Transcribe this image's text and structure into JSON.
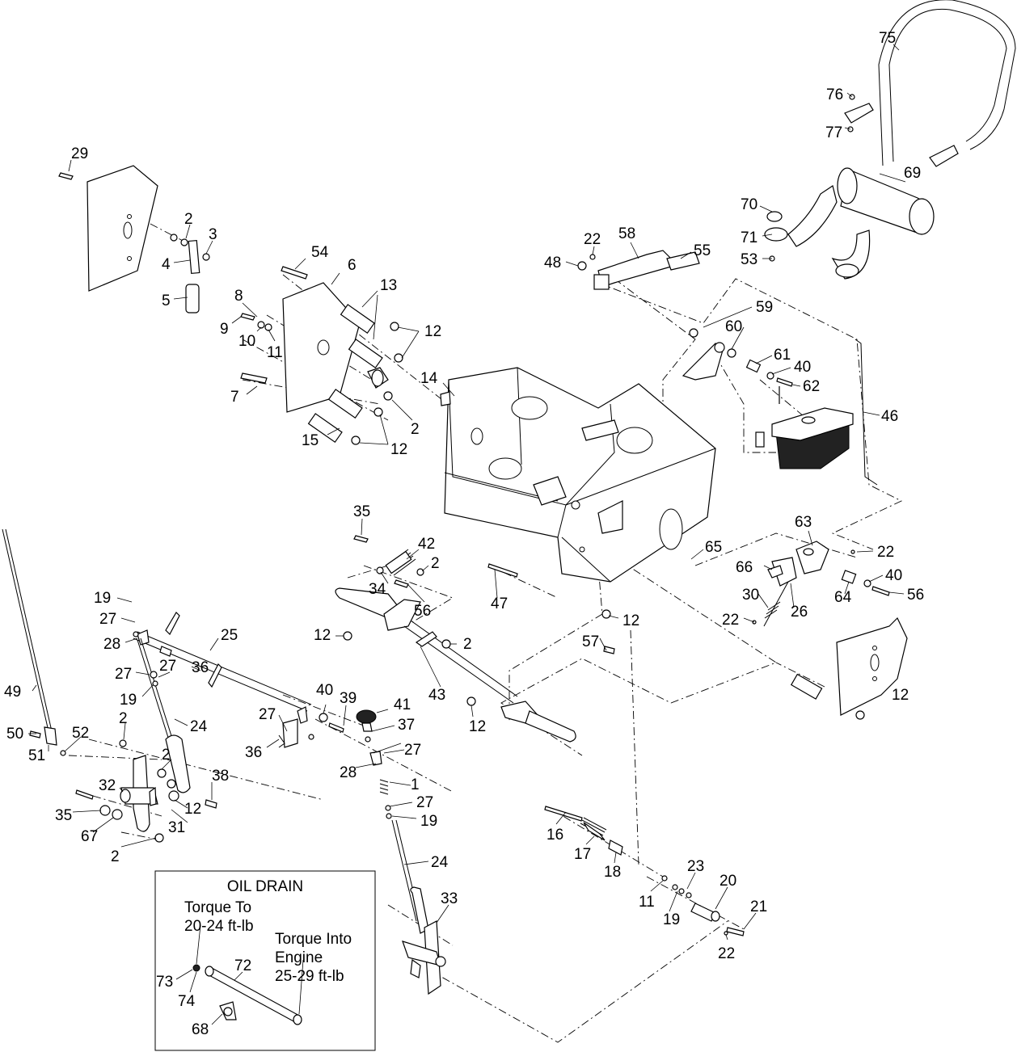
{
  "callouts": [
    {
      "label": "75"
    },
    {
      "label": "76"
    },
    {
      "label": "77"
    },
    {
      "label": "69"
    },
    {
      "label": "70"
    },
    {
      "label": "71"
    },
    {
      "label": "53"
    },
    {
      "label": "29"
    },
    {
      "label": "2"
    },
    {
      "label": "3"
    },
    {
      "label": "4"
    },
    {
      "label": "5"
    },
    {
      "label": "54"
    },
    {
      "label": "6"
    },
    {
      "label": "13"
    },
    {
      "label": "12"
    },
    {
      "label": "8"
    },
    {
      "label": "9"
    },
    {
      "label": "10"
    },
    {
      "label": "11"
    },
    {
      "label": "7"
    },
    {
      "label": "14"
    },
    {
      "label": "2"
    },
    {
      "label": "15"
    },
    {
      "label": "12"
    },
    {
      "label": "22"
    },
    {
      "label": "58"
    },
    {
      "label": "55"
    },
    {
      "label": "48"
    },
    {
      "label": "59"
    },
    {
      "label": "60"
    },
    {
      "label": "61"
    },
    {
      "label": "40"
    },
    {
      "label": "62"
    },
    {
      "label": "46"
    },
    {
      "label": "35"
    },
    {
      "label": "42"
    },
    {
      "label": "2"
    },
    {
      "label": "34"
    },
    {
      "label": "56"
    },
    {
      "label": "47"
    },
    {
      "label": "65"
    },
    {
      "label": "63"
    },
    {
      "label": "22"
    },
    {
      "label": "66"
    },
    {
      "label": "40"
    },
    {
      "label": "30"
    },
    {
      "label": "64"
    },
    {
      "label": "56"
    },
    {
      "label": "26"
    },
    {
      "label": "22"
    },
    {
      "label": "12"
    },
    {
      "label": "57"
    },
    {
      "label": "19"
    },
    {
      "label": "27"
    },
    {
      "label": "28"
    },
    {
      "label": "25"
    },
    {
      "label": "12"
    },
    {
      "label": "2"
    },
    {
      "label": "27"
    },
    {
      "label": "27"
    },
    {
      "label": "36"
    },
    {
      "label": "43"
    },
    {
      "label": "49"
    },
    {
      "label": "19"
    },
    {
      "label": "24"
    },
    {
      "label": "40"
    },
    {
      "label": "39"
    },
    {
      "label": "41"
    },
    {
      "label": "12"
    },
    {
      "label": "12"
    },
    {
      "label": "50"
    },
    {
      "label": "52"
    },
    {
      "label": "2"
    },
    {
      "label": "27"
    },
    {
      "label": "37"
    },
    {
      "label": "51"
    },
    {
      "label": "36"
    },
    {
      "label": "27"
    },
    {
      "label": "2"
    },
    {
      "label": "28"
    },
    {
      "label": "38"
    },
    {
      "label": "32"
    },
    {
      "label": "1"
    },
    {
      "label": "27"
    },
    {
      "label": "35"
    },
    {
      "label": "67"
    },
    {
      "label": "31"
    },
    {
      "label": "12"
    },
    {
      "label": "19"
    },
    {
      "label": "16"
    },
    {
      "label": "2"
    },
    {
      "label": "17"
    },
    {
      "label": "24"
    },
    {
      "label": "18"
    },
    {
      "label": "23"
    },
    {
      "label": "20"
    },
    {
      "label": "33"
    },
    {
      "label": "11"
    },
    {
      "label": "19"
    },
    {
      "label": "21"
    },
    {
      "label": "22"
    },
    {
      "label": "72"
    },
    {
      "label": "73"
    },
    {
      "label": "74"
    },
    {
      "label": "68"
    }
  ],
  "oil_drain": {
    "title": "OIL DRAIN",
    "torque_to_line1": "Torque To",
    "torque_to_line2": "20-24 ft-lb",
    "torque_into_line1": "Torque Into",
    "torque_into_line2": "Engine",
    "torque_into_line3": "25-29 ft-lb"
  }
}
